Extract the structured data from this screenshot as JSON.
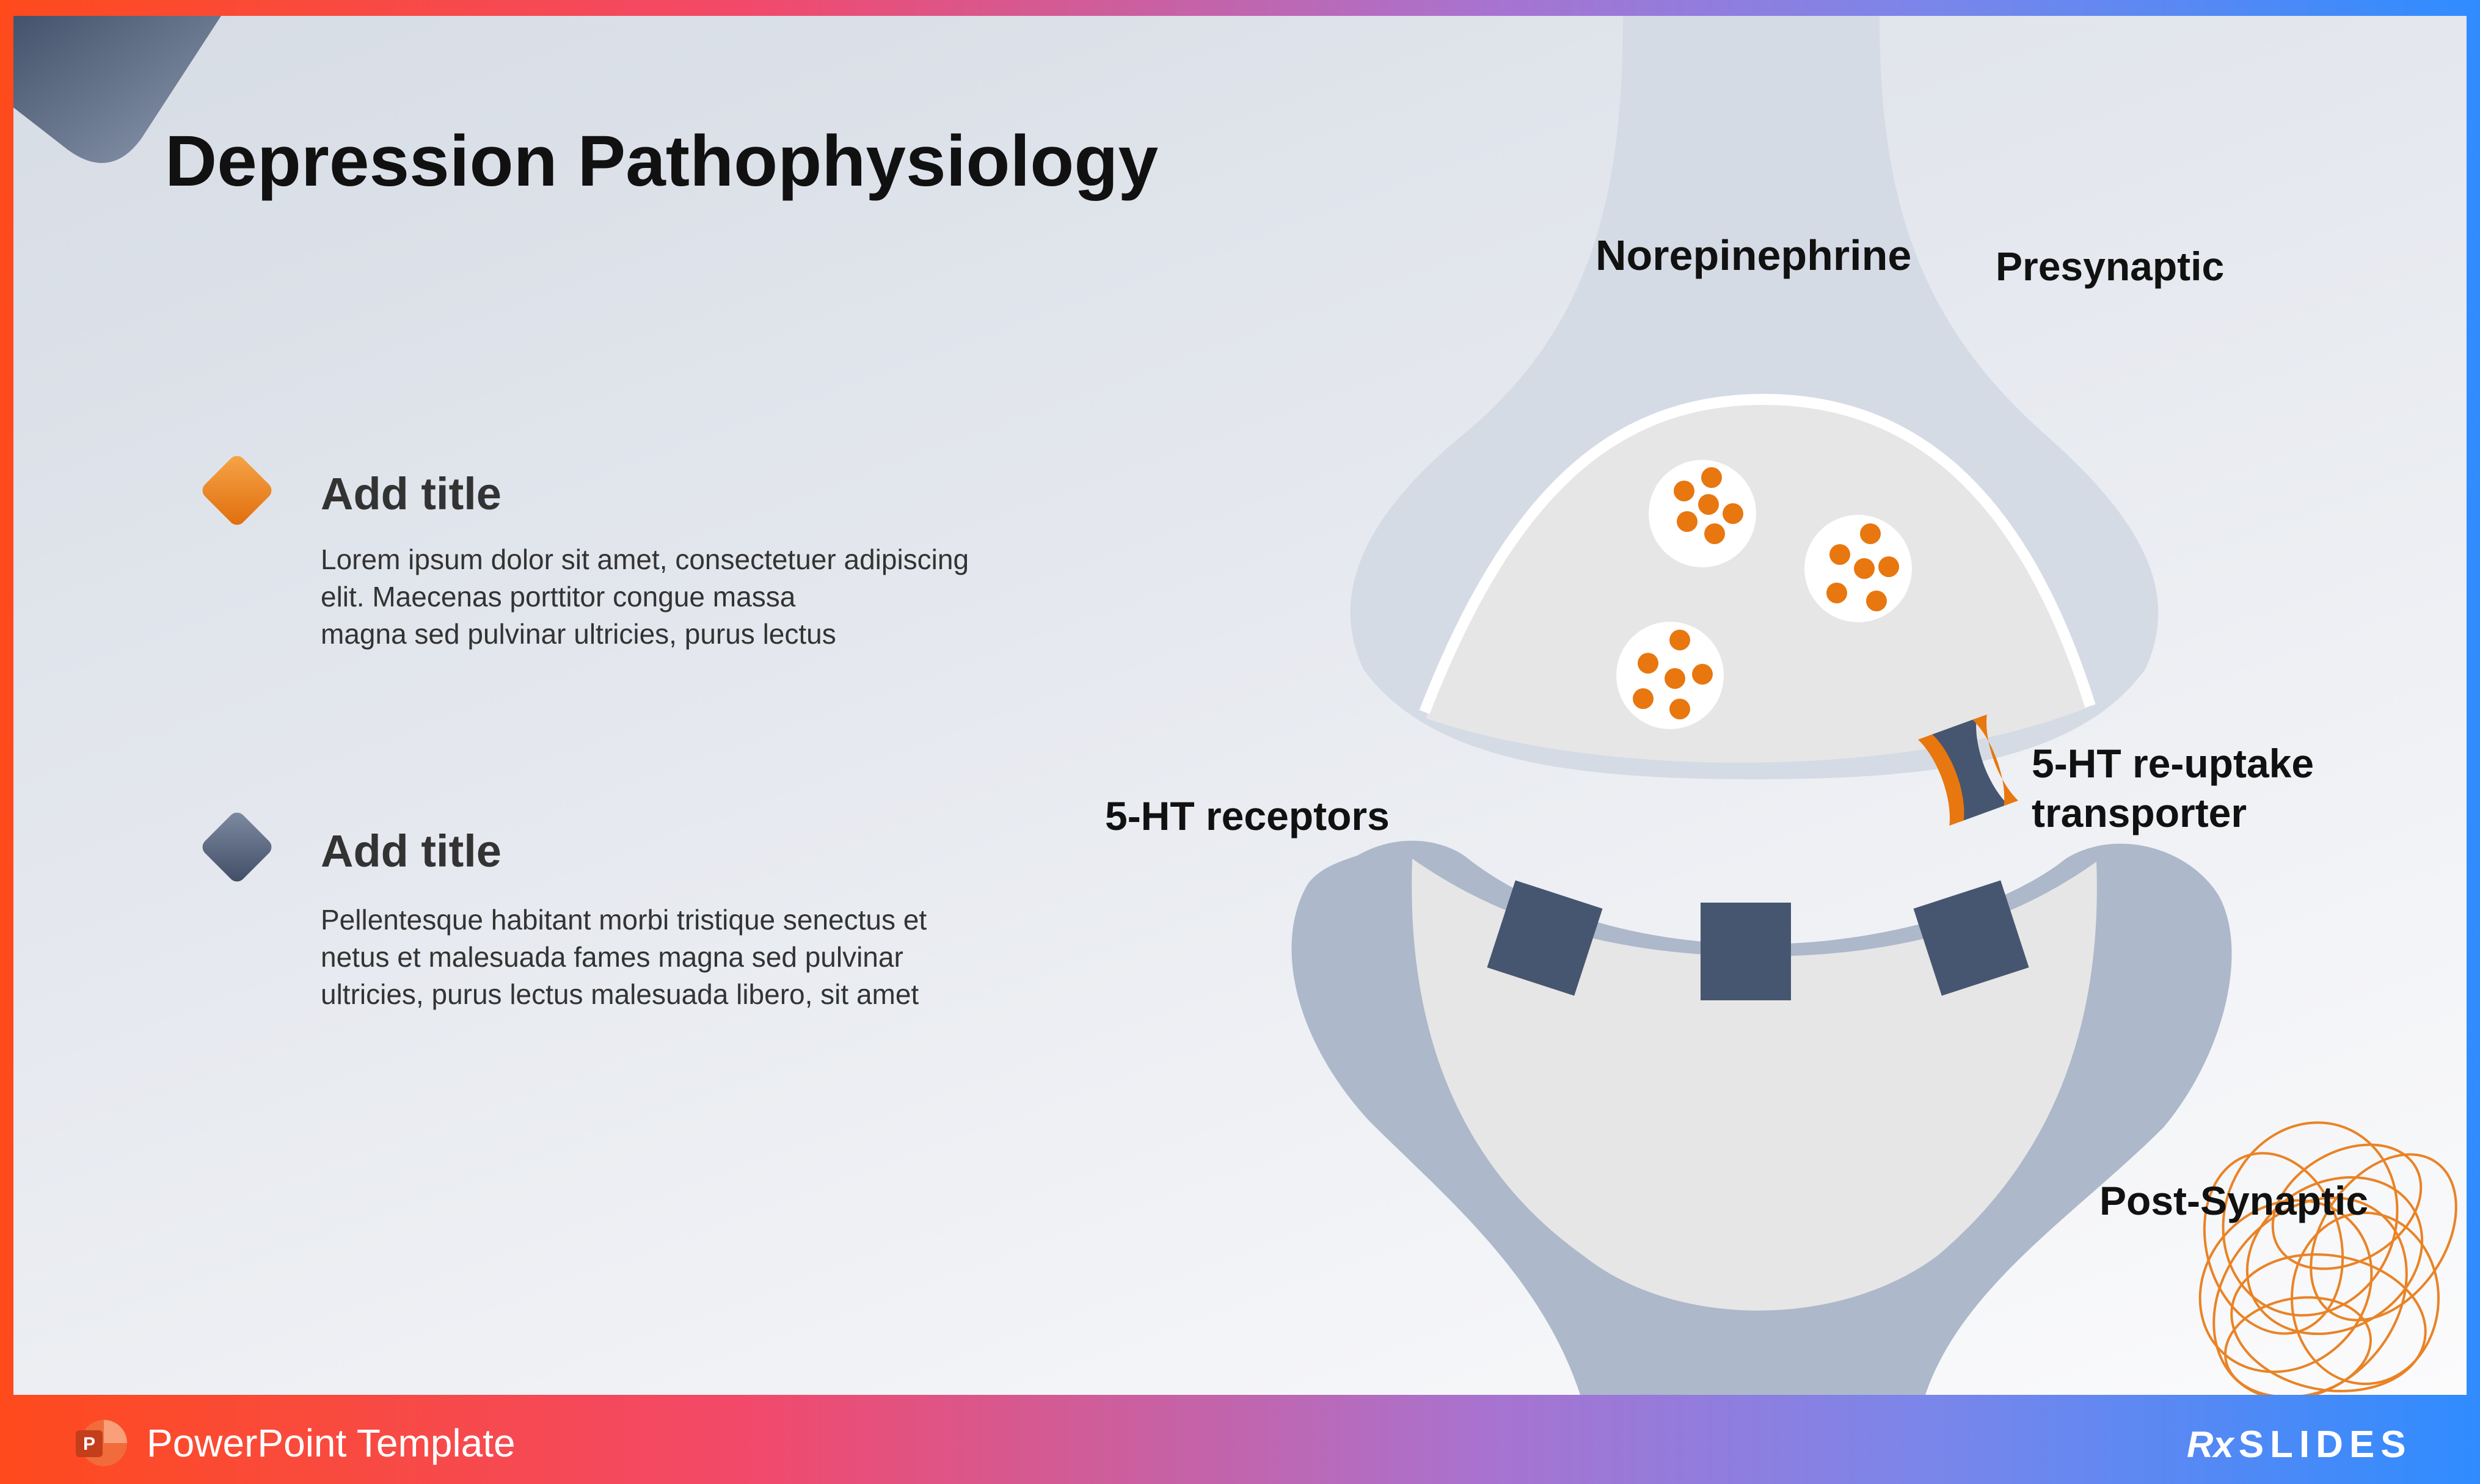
{
  "slide": {
    "title": "Depression Pathophysiology",
    "items": [
      {
        "title": "Add title",
        "body": "Lorem ipsum dolor sit amet, consectetuer adipiscing\nelit. Maecenas porttitor congue massa\nmagna sed pulvinar ultricies, purus lectus",
        "icon": "orange-diamond-icon",
        "color": "#e8770f"
      },
      {
        "title": "Add title",
        "body": "Pellentesque habitant morbi tristique senectus et\nnetus et malesuada fames magna sed pulvinar\n ultricies, purus lectus malesuada libero, sit amet",
        "icon": "slate-diamond-icon",
        "color": "#4a5871"
      }
    ]
  },
  "diagram": {
    "labels": {
      "norepinephrine": "Norepinephrine",
      "presynaptic": "Presynaptic",
      "reuptake_line1": "5-HT re-uptake",
      "reuptake_line2": "transporter",
      "receptors": "5-HT receptors",
      "post_synaptic": "Post-Synaptic"
    },
    "colors": {
      "presynaptic_neuron": "#d5dbe5",
      "postsynaptic_neuron": "#adb8ca",
      "cleft": "#e6e6e6",
      "vesicle_dot": "#e8770f",
      "receptor": "#465670",
      "transporter_outer": "#e8770f"
    }
  },
  "footer": {
    "template_label": "PowerPoint Template",
    "brand": "RX SLIDES",
    "brand_rx": "Rx",
    "brand_word": "SLIDES"
  },
  "colors": {
    "frame_gradient_start": "#ff4a1c",
    "frame_gradient_end": "#2f8cff",
    "accent_orange": "#e8770f",
    "accent_slate": "#4a5871"
  }
}
